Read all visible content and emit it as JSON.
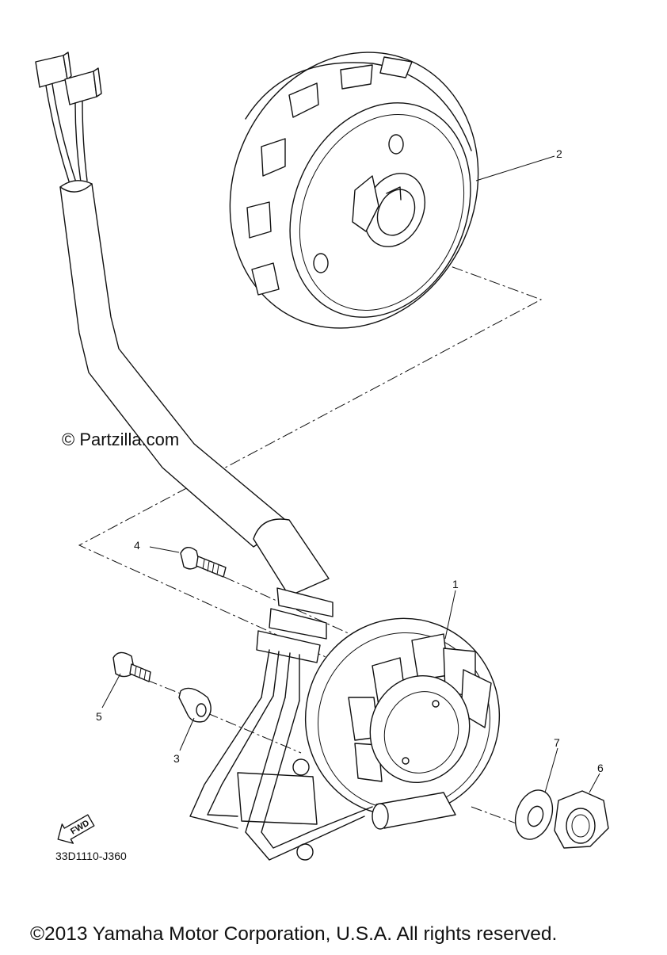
{
  "callouts": {
    "part_1": "1",
    "part_2": "2",
    "part_3": "3",
    "part_4": "4",
    "part_5": "5",
    "part_6": "6",
    "part_7": "7"
  },
  "watermark": "© Partzilla.com",
  "diagram_code": "33D1110-J360",
  "fwd_arrow_label": "FWD",
  "copyright": "©2013 Yamaha Motor Corporation, U.S.A. All rights reserved."
}
